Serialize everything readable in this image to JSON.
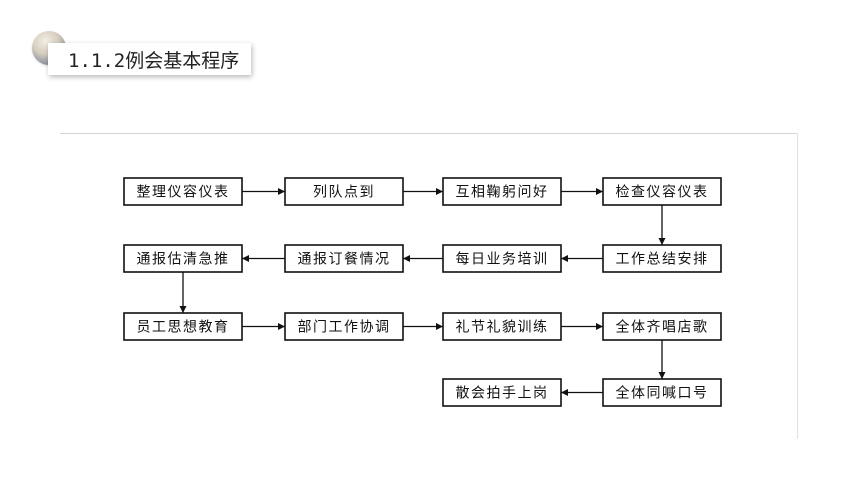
{
  "title": "1.1.2例会基本程序",
  "flow": {
    "nodes": [
      {
        "id": "n1",
        "label": "整理仪容仪表",
        "row": 0,
        "col": 0
      },
      {
        "id": "n2",
        "label": "列队点到",
        "row": 0,
        "col": 1
      },
      {
        "id": "n3",
        "label": "互相鞠躬问好",
        "row": 0,
        "col": 2
      },
      {
        "id": "n4",
        "label": "检查仪容仪表",
        "row": 0,
        "col": 3
      },
      {
        "id": "n5",
        "label": "通报估清急推",
        "row": 1,
        "col": 0
      },
      {
        "id": "n6",
        "label": "通报订餐情况",
        "row": 1,
        "col": 1
      },
      {
        "id": "n7",
        "label": "每日业务培训",
        "row": 1,
        "col": 2
      },
      {
        "id": "n8",
        "label": "工作总结安排",
        "row": 1,
        "col": 3
      },
      {
        "id": "n9",
        "label": "员工思想教育",
        "row": 2,
        "col": 0
      },
      {
        "id": "n10",
        "label": "部门工作协调",
        "row": 2,
        "col": 1
      },
      {
        "id": "n11",
        "label": "礼节礼貌训练",
        "row": 2,
        "col": 2
      },
      {
        "id": "n12",
        "label": "全体齐唱店歌",
        "row": 2,
        "col": 3
      },
      {
        "id": "n13",
        "label": "散会拍手上岗",
        "row": 3,
        "col": 2
      },
      {
        "id": "n14",
        "label": "全体同喊口号",
        "row": 3,
        "col": 3
      }
    ],
    "edges": [
      [
        "n1",
        "n2"
      ],
      [
        "n2",
        "n3"
      ],
      [
        "n3",
        "n4"
      ],
      [
        "n4",
        "n8"
      ],
      [
        "n8",
        "n7"
      ],
      [
        "n7",
        "n6"
      ],
      [
        "n6",
        "n5"
      ],
      [
        "n5",
        "n9"
      ],
      [
        "n9",
        "n10"
      ],
      [
        "n10",
        "n11"
      ],
      [
        "n11",
        "n12"
      ],
      [
        "n12",
        "n14"
      ],
      [
        "n14",
        "n13"
      ]
    ]
  }
}
